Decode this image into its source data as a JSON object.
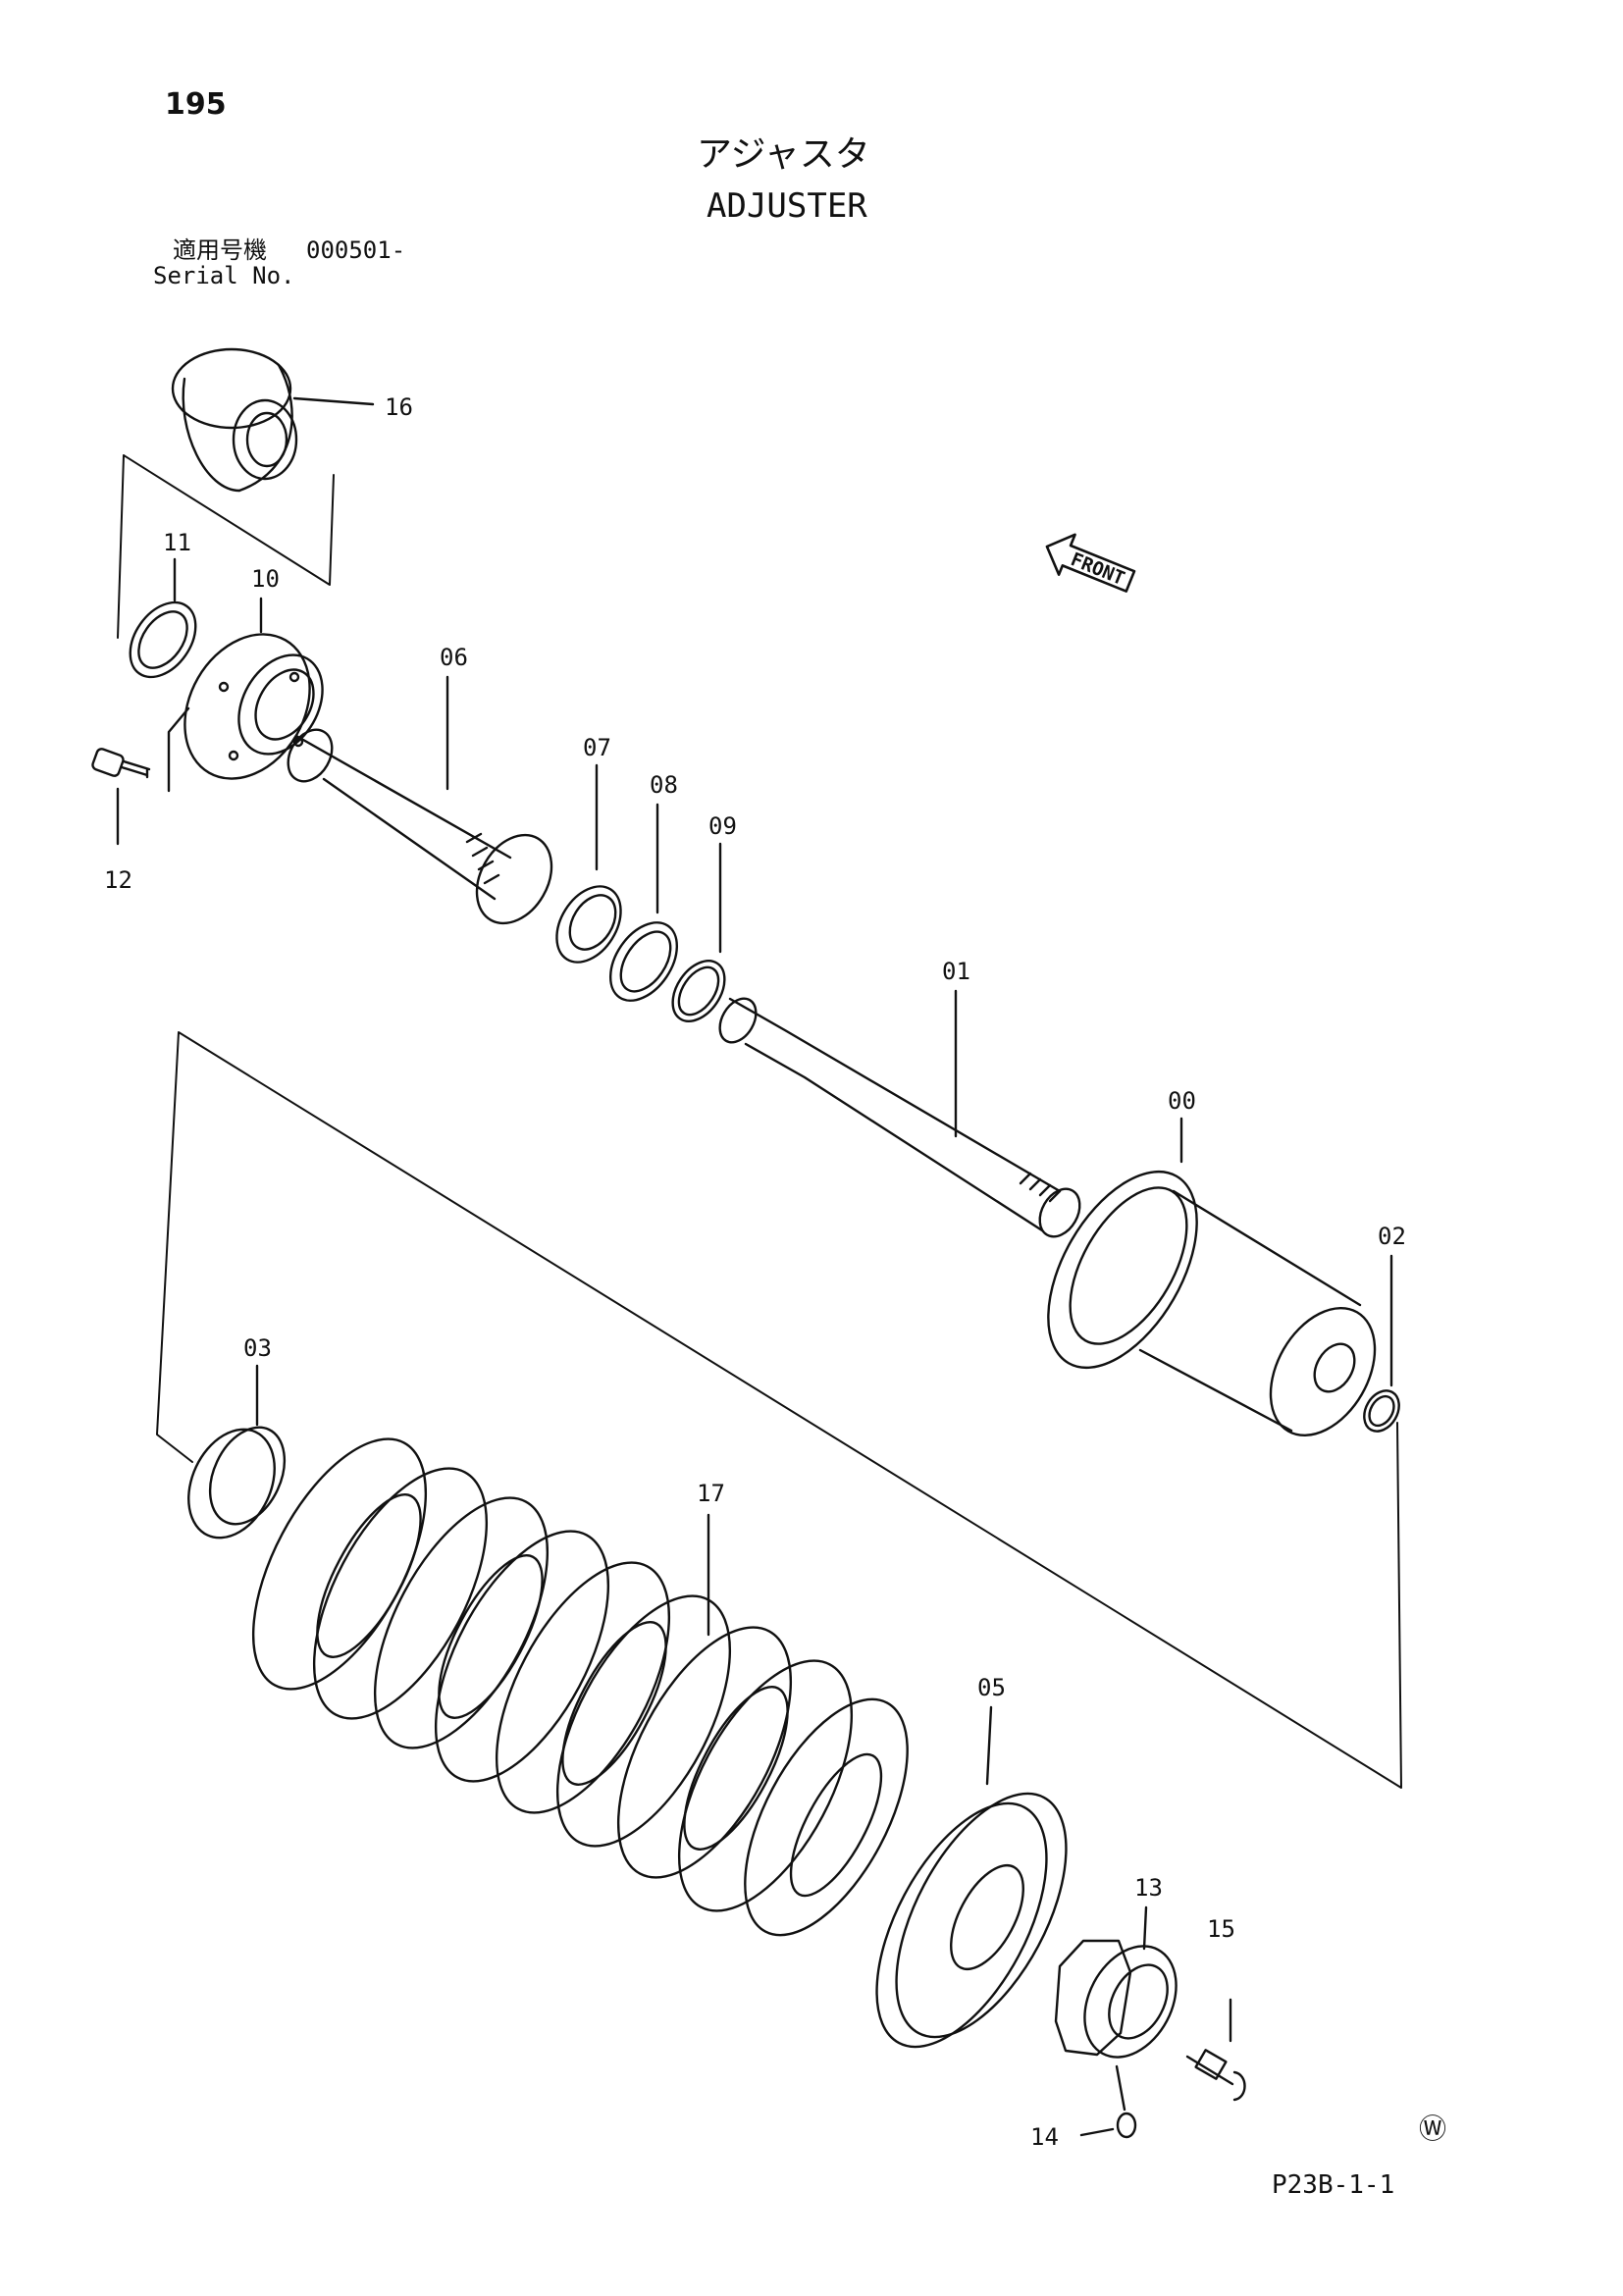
{
  "page_number": "195",
  "title_jp": "アジャスタ",
  "title_en": "ADJUSTER",
  "serial_label_jp": "適用号機",
  "serial_value": "000501-",
  "serial_label_en": "Serial No.",
  "front_arrow_label": "FRONT",
  "drawing_id": "P23B-1-1",
  "corner_mark": "Ⓦ",
  "part_labels": {
    "p00": "00",
    "p01": "01",
    "p02": "02",
    "p03": "03",
    "p05": "05",
    "p06": "06",
    "p07": "07",
    "p08": "08",
    "p09": "09",
    "p10": "10",
    "p11": "11",
    "p12": "12",
    "p13": "13",
    "p14": "14",
    "p15": "15",
    "p16": "16",
    "p17": "17"
  }
}
